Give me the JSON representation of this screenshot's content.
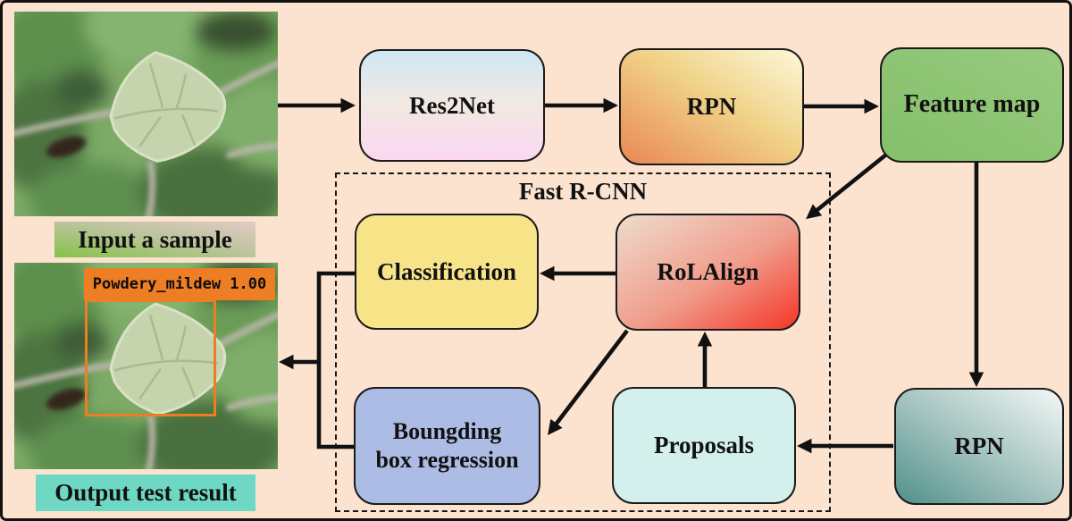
{
  "diagram": {
    "container_label": "Fast R-CNN",
    "nodes": {
      "res2net": "Res2Net",
      "rpn_top": "RPN",
      "feature_map": "Feature map",
      "classification": "Classification",
      "rolalign": "RoLAlign",
      "bounding_regression": "Boungding box regression",
      "proposals": "Proposals",
      "rpn_bottom": "RPN"
    },
    "edges": [
      "input-photo -> res2net",
      "res2net -> rpn_top",
      "rpn_top -> feature_map",
      "feature_map -> rolalign",
      "feature_map -> rpn_bottom",
      "rpn_bottom -> proposals",
      "proposals -> rolalign",
      "rolalign -> classification",
      "rolalign -> bounding_regression",
      "classification + bounding_regression -> output-photo"
    ]
  },
  "photos": {
    "input_caption": "Input a sample",
    "output_caption": "Output test result",
    "detection_label": "Powdery_mildew 1.00"
  },
  "colors": {
    "background_peach": "#fbe3cf",
    "detection_orange": "#ee7e23",
    "output_caption_teal": "#6fd8c4",
    "input_caption_green": "#84c348",
    "feature_map_green": "#8fc677",
    "classification_yellow": "#f8e488",
    "bounding_blue": "#adbce4",
    "proposals_cyan": "#d4f0ec",
    "rolalign_red": "#f53526",
    "rpn_orange": "#e98756",
    "rpn_bottom_teal": "#50908b",
    "res2net_blue": "#cfe7f6",
    "res2net_pink": "#fbd7f1",
    "arrow_black": "#111111"
  }
}
